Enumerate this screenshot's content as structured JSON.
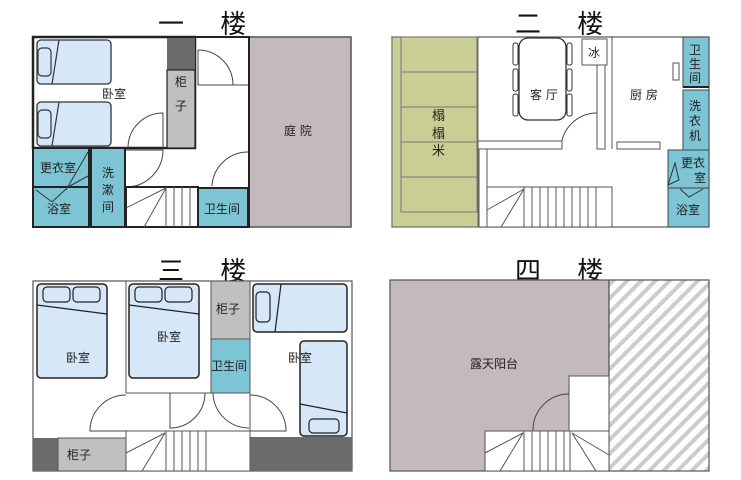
{
  "floors": [
    {
      "title": "一 楼",
      "rooms": {
        "bedroom": "卧室",
        "cabinet_1": "柜",
        "cabinet_2": "子",
        "courtyard": "庭 院",
        "dressing": "更衣室",
        "bath": "浴室",
        "wash_1": "洗",
        "wash_2": "漱",
        "wash_3": "间",
        "toilet": "卫生间"
      }
    },
    {
      "title": "二 楼",
      "rooms": {
        "tatami_1": "榻",
        "tatami_2": "榻",
        "tatami_3": "米",
        "living": "客 厅",
        "fridge": "冰",
        "kitchen": "厨 房",
        "toilet_1": "卫",
        "toilet_2": "生",
        "toilet_3": "间",
        "washer_1": "洗",
        "washer_2": "衣",
        "washer_3": "机",
        "dressing_1": "更衣",
        "dressing_2": "室",
        "bath": "浴室"
      }
    },
    {
      "title": "三 楼",
      "rooms": {
        "bedroom_left": "卧室",
        "bedroom_mid": "卧室",
        "cabinet_top": "柜子",
        "toilet": "卫生间",
        "bedroom_right": "卧室",
        "cabinet_bottom": "柜子"
      }
    },
    {
      "title": "四 楼",
      "rooms": {
        "terrace": "露天阳台"
      }
    }
  ],
  "colors": {
    "blue_room": "#7dc4d4",
    "bed": "#d6e8f7",
    "cabinet_light": "#c0c0c0",
    "cabinet_dark": "#6b6b6b",
    "courtyard": "#c4babb",
    "tatami": "#c9cf94",
    "wall": "#222222"
  }
}
